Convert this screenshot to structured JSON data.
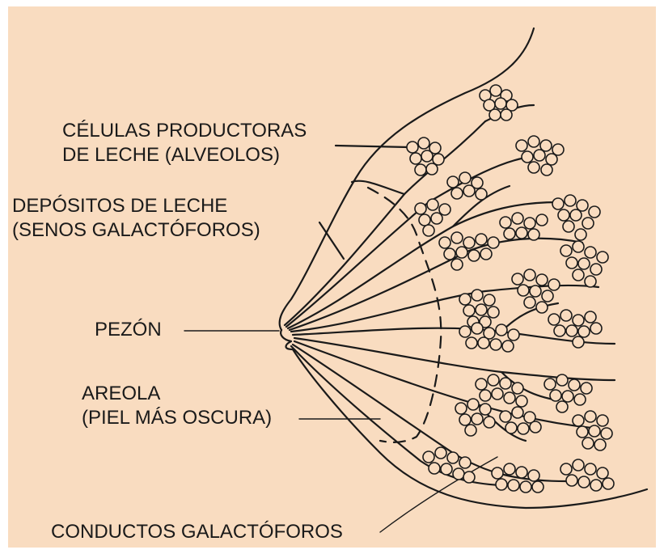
{
  "colors": {
    "background": "#f9dcc0",
    "ink": "#1a1a1a"
  },
  "labels": {
    "alveolos": {
      "line1": "CÉLULAS PRODUCTORAS",
      "line2": "DE LECHE (ALVEOLOS)"
    },
    "senos": {
      "line1": "DEPÓSITOS DE LECHE",
      "line2": "(SENOS GALACTÓFOROS)"
    },
    "pezon": {
      "line1": "PEZÓN"
    },
    "areola": {
      "line1": "AREOLA",
      "line2": "(PIEL MÁS OSCURA)"
    },
    "conductos": {
      "line1": "CONDUCTOS GALACTÓFOROS"
    }
  }
}
